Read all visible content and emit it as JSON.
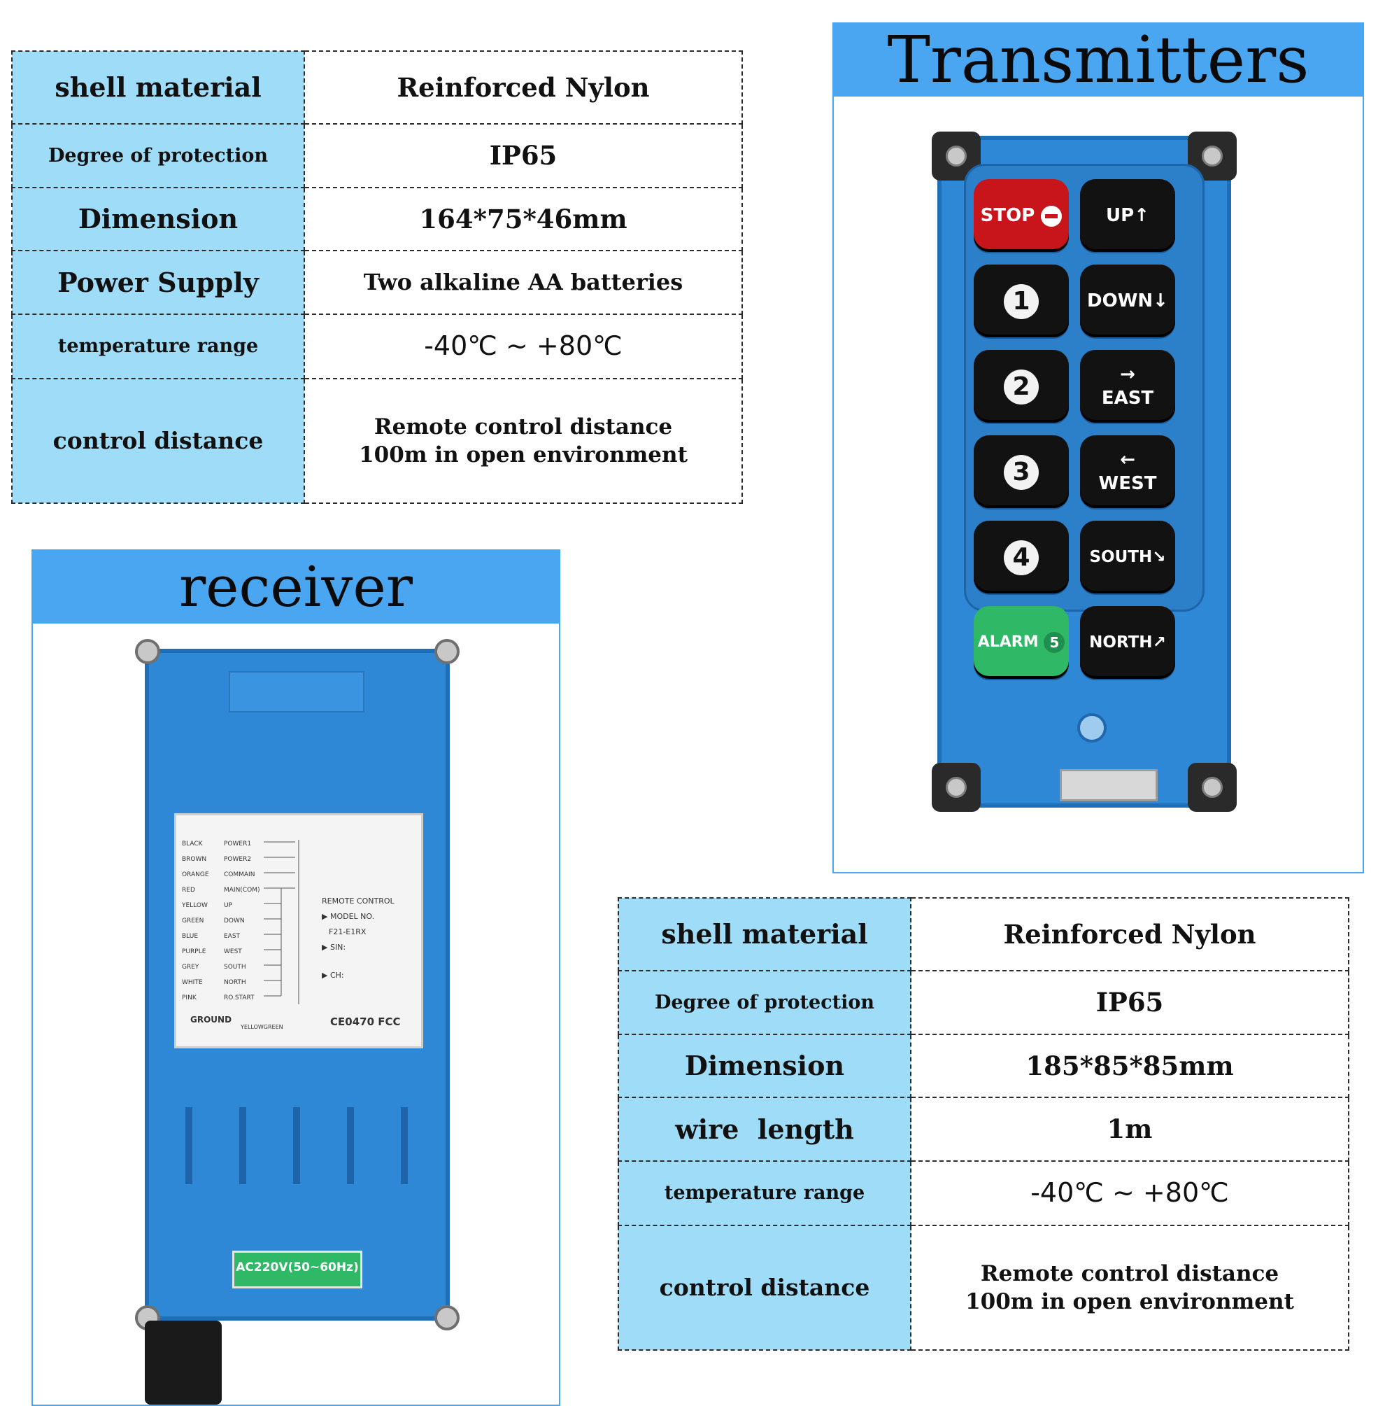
{
  "transmitter_specs": [
    {
      "key": "shell material",
      "value": "Reinforced Nylon"
    },
    {
      "key": "Degree of protection",
      "value": "IP65"
    },
    {
      "key": "Dimension",
      "value": "164*75*46mm"
    },
    {
      "key": "Power Supply",
      "value": "Two alkaline AA batteries"
    },
    {
      "key": "temperature range",
      "value": "-40℃ ~ +80℃"
    },
    {
      "key": "control distance",
      "value_line1": "Remote control distance",
      "value_line2": "100m in open environment"
    }
  ],
  "transmitter_panel": {
    "title": "Transmitters",
    "buttons": {
      "stop": "STOP",
      "up": "UP",
      "one": "1",
      "down": "DOWN",
      "two": "2",
      "east": "EAST",
      "three": "3",
      "west": "WEST",
      "four": "4",
      "south": "SOUTH",
      "alarm": "ALARM",
      "five": "5",
      "north": "NORTH"
    }
  },
  "receiver_panel": {
    "title": "receiver",
    "label": {
      "colors": [
        "BLACK",
        "BROWN",
        "ORANGE",
        "RED",
        "YELLOW",
        "GREEN",
        "BLUE",
        "PURPLE",
        "GREY",
        "WHITE",
        "PINK"
      ],
      "functions": [
        "POWER1",
        "POWER2",
        "COMMAIN",
        "MAIN(COM)",
        "UP",
        "DOWN",
        "EAST",
        "WEST",
        "SOUTH",
        "NORTH",
        "RO.START"
      ],
      "remote_title": "REMOTE CONTROL",
      "model_label": "▶ MODEL NO.",
      "model_value": "F21-E1RX",
      "sin": "▶ SIN:",
      "ch": "▶ CH:",
      "ground": "GROUND",
      "yellowgreen": "YELLOWGREEN",
      "cert": "CE0470  FCC"
    },
    "voltage": "AC220V(50~60Hz)"
  },
  "receiver_specs": [
    {
      "key": "shell material",
      "value": "Reinforced Nylon"
    },
    {
      "key": "Degree of protection",
      "value": "IP65"
    },
    {
      "key": "Dimension",
      "value": "185*85*85mm"
    },
    {
      "key": "wire  length",
      "value": "1m"
    },
    {
      "key": "temperature range",
      "value": "-40℃ ~ +80℃"
    },
    {
      "key": "control distance",
      "value_line1": "Remote control distance",
      "value_line2": "100m in open environment"
    }
  ],
  "colors": {
    "header_blue": "#4aa6f0",
    "key_cell": "#9fdcf8",
    "case_blue": "#2f88d6",
    "stop_red": "#c8151b",
    "alarm_green": "#2fb866"
  }
}
